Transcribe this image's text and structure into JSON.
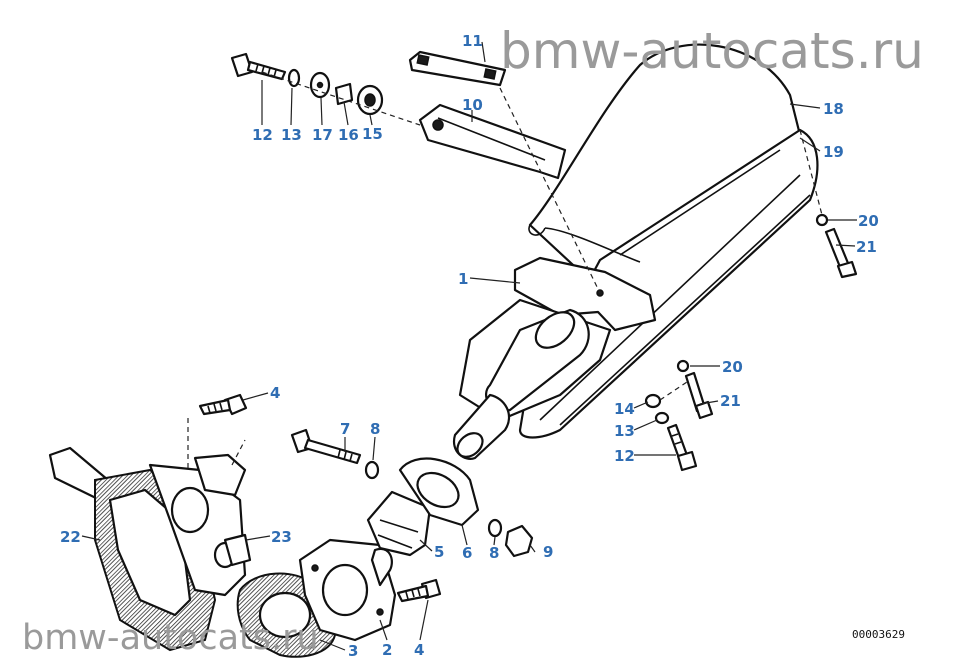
{
  "watermark_top": "bmw-autocats.ru",
  "watermark_bottom": "bmw-autocats.ru",
  "diagram_code": "00003629",
  "callouts": {
    "c1": "1",
    "c2": "2",
    "c3": "3",
    "c4a": "4",
    "c4b": "4",
    "c5": "5",
    "c6": "6",
    "c7": "7",
    "c8a": "8",
    "c8b": "8",
    "c9": "9",
    "c10": "10",
    "c11": "11",
    "c12a": "12",
    "c12b": "12",
    "c13a": "13",
    "c13b": "13",
    "c14": "14",
    "c15": "15",
    "c16": "16",
    "c17": "17",
    "c18": "18",
    "c19": "19",
    "c20a": "20",
    "c20b": "20",
    "c21a": "21",
    "c21b": "21",
    "c22": "22",
    "c23": "23"
  },
  "colors": {
    "label": "#2f6db3",
    "watermark": "#9a9a9a",
    "line": "#111111"
  }
}
